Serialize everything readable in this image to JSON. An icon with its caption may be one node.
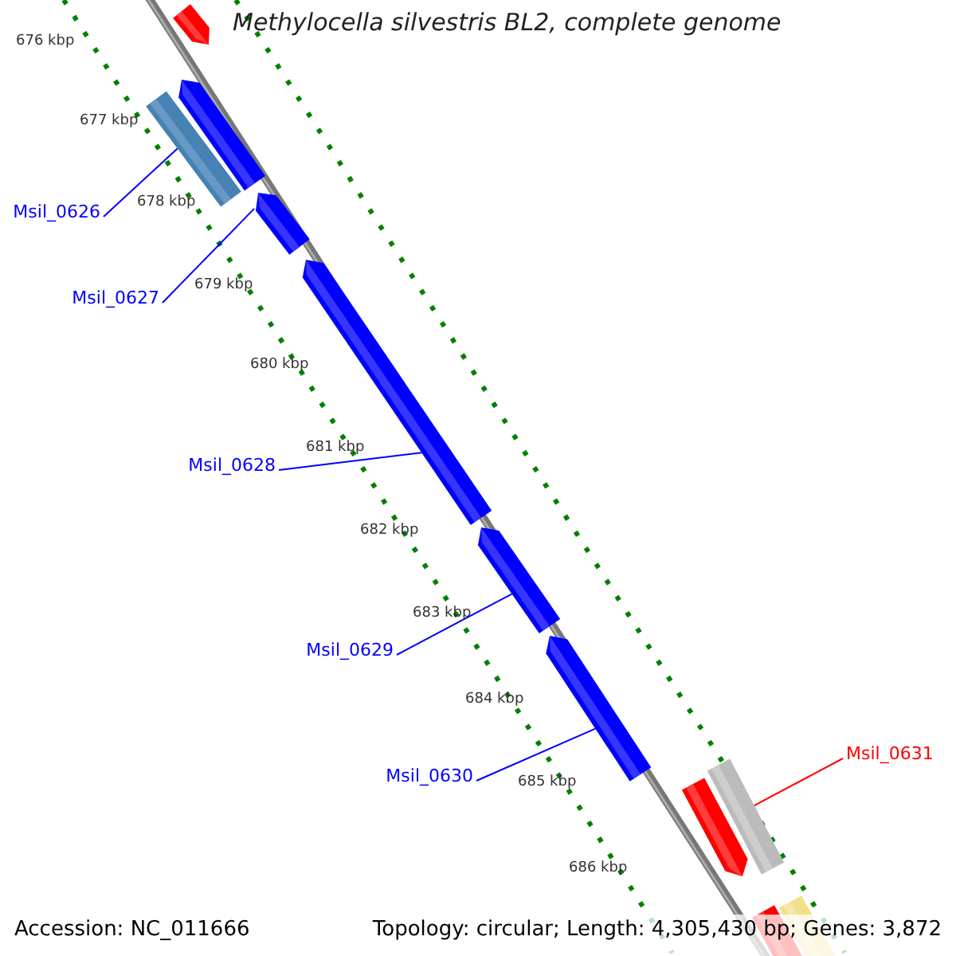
{
  "diagram": {
    "title": "Methylocella silvestris BL2, complete genome",
    "nodes": [
      {
        "text": [],
        "shape": "bar"
      },
      {
        "text": [],
        "shape": "bar"
      },
      {
        "text": [],
        "shape": "bar"
      },
      {
        "text": [],
        "shape": "bar"
      },
      {
        "text": [],
        "shape": "bar"
      },
      {
        "text": [],
        "shape": "bar"
      },
      {
        "text": [],
        "shape": "bar"
      },
      {
        "text": [],
        "shape": "bar"
      },
      {
        "text": [],
        "shape": "bar"
      },
      {
        "text": [],
        "shape": "bar"
      },
      {
        "text": [],
        "shape": "bar"
      },
      {
        "text": [
          "Msil_0626"
        ]
      },
      {
        "text": [
          "Msil_0627"
        ]
      },
      {
        "text": [
          "Msil_0628"
        ]
      },
      {
        "text": [
          "Msil_0629"
        ]
      },
      {
        "text": [
          "Msil_0630"
        ]
      },
      {
        "text": [
          "Msil_0631"
        ]
      }
    ],
    "edges": [
      {
        "from": 11,
        "to": 1,
        "arrow": "none"
      },
      {
        "from": 12,
        "to": 3,
        "arrow": "none"
      },
      {
        "from": 13,
        "to": 4,
        "arrow": "none"
      },
      {
        "from": 14,
        "to": 5,
        "arrow": "none"
      },
      {
        "from": 15,
        "to": 6,
        "arrow": "none"
      },
      {
        "from": 16,
        "to": 8,
        "arrow": "none",
        "color": "#ff0000"
      }
    ],
    "labels": [
      "676 kbp",
      "677 kbp",
      "678 kbp",
      "679 kbp",
      "680 kbp",
      "681 kbp",
      "682 kbp",
      "683 kbp",
      "684 kbp",
      "685 kbp",
      "686 kbp",
      "Accession: NC_011666",
      "Topology: circular; Length: 4,305,430 bp; Genes: 3,872"
    ]
  }
}
